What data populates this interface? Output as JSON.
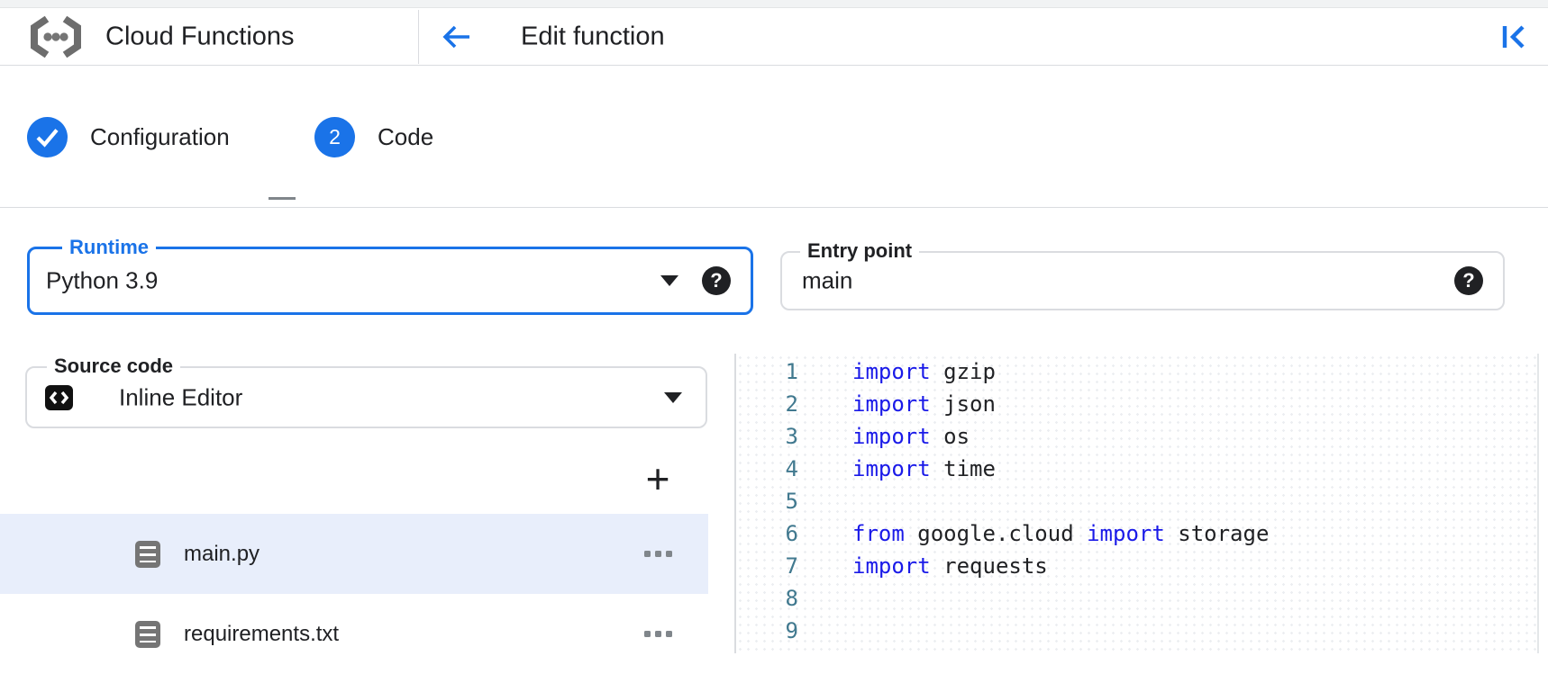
{
  "header": {
    "product_name": "Cloud Functions",
    "page_title": "Edit function"
  },
  "stepper": {
    "steps": [
      {
        "label": "Configuration",
        "status": "completed"
      },
      {
        "label": "Code",
        "status": "current",
        "number": "2"
      }
    ]
  },
  "form": {
    "runtime": {
      "label": "Runtime",
      "value": "Python 3.9",
      "focused": true
    },
    "entry_point": {
      "label": "Entry point",
      "value": "main"
    },
    "source_code": {
      "label": "Source code",
      "value": "Inline Editor"
    }
  },
  "file_browser": {
    "files": [
      {
        "name": "main.py",
        "selected": true
      },
      {
        "name": "requirements.txt",
        "selected": false
      }
    ]
  },
  "editor": {
    "language": "python",
    "lines": [
      {
        "n": "1",
        "tokens": [
          {
            "t": "kw",
            "v": "import"
          },
          {
            "t": "pl",
            "v": " gzip"
          }
        ]
      },
      {
        "n": "2",
        "tokens": [
          {
            "t": "kw",
            "v": "import"
          },
          {
            "t": "pl",
            "v": " json"
          }
        ]
      },
      {
        "n": "3",
        "tokens": [
          {
            "t": "kw",
            "v": "import"
          },
          {
            "t": "pl",
            "v": " os"
          }
        ]
      },
      {
        "n": "4",
        "tokens": [
          {
            "t": "kw",
            "v": "import"
          },
          {
            "t": "pl",
            "v": " time"
          }
        ]
      },
      {
        "n": "5",
        "tokens": []
      },
      {
        "n": "6",
        "tokens": [
          {
            "t": "kw",
            "v": "from"
          },
          {
            "t": "pl",
            "v": " google.cloud "
          },
          {
            "t": "kw",
            "v": "import"
          },
          {
            "t": "pl",
            "v": " storage"
          }
        ]
      },
      {
        "n": "7",
        "tokens": [
          {
            "t": "kw",
            "v": "import"
          },
          {
            "t": "pl",
            "v": " requests"
          }
        ]
      },
      {
        "n": "8",
        "tokens": []
      },
      {
        "n": "9",
        "tokens": []
      }
    ]
  },
  "icons": {
    "help": "?",
    "add": "+"
  },
  "colors": {
    "accent": "#1a73e8",
    "keyword": "#1a1ae8",
    "line_number": "#41798f",
    "selected_row": "#e8eefb",
    "border": "#dadce0"
  }
}
